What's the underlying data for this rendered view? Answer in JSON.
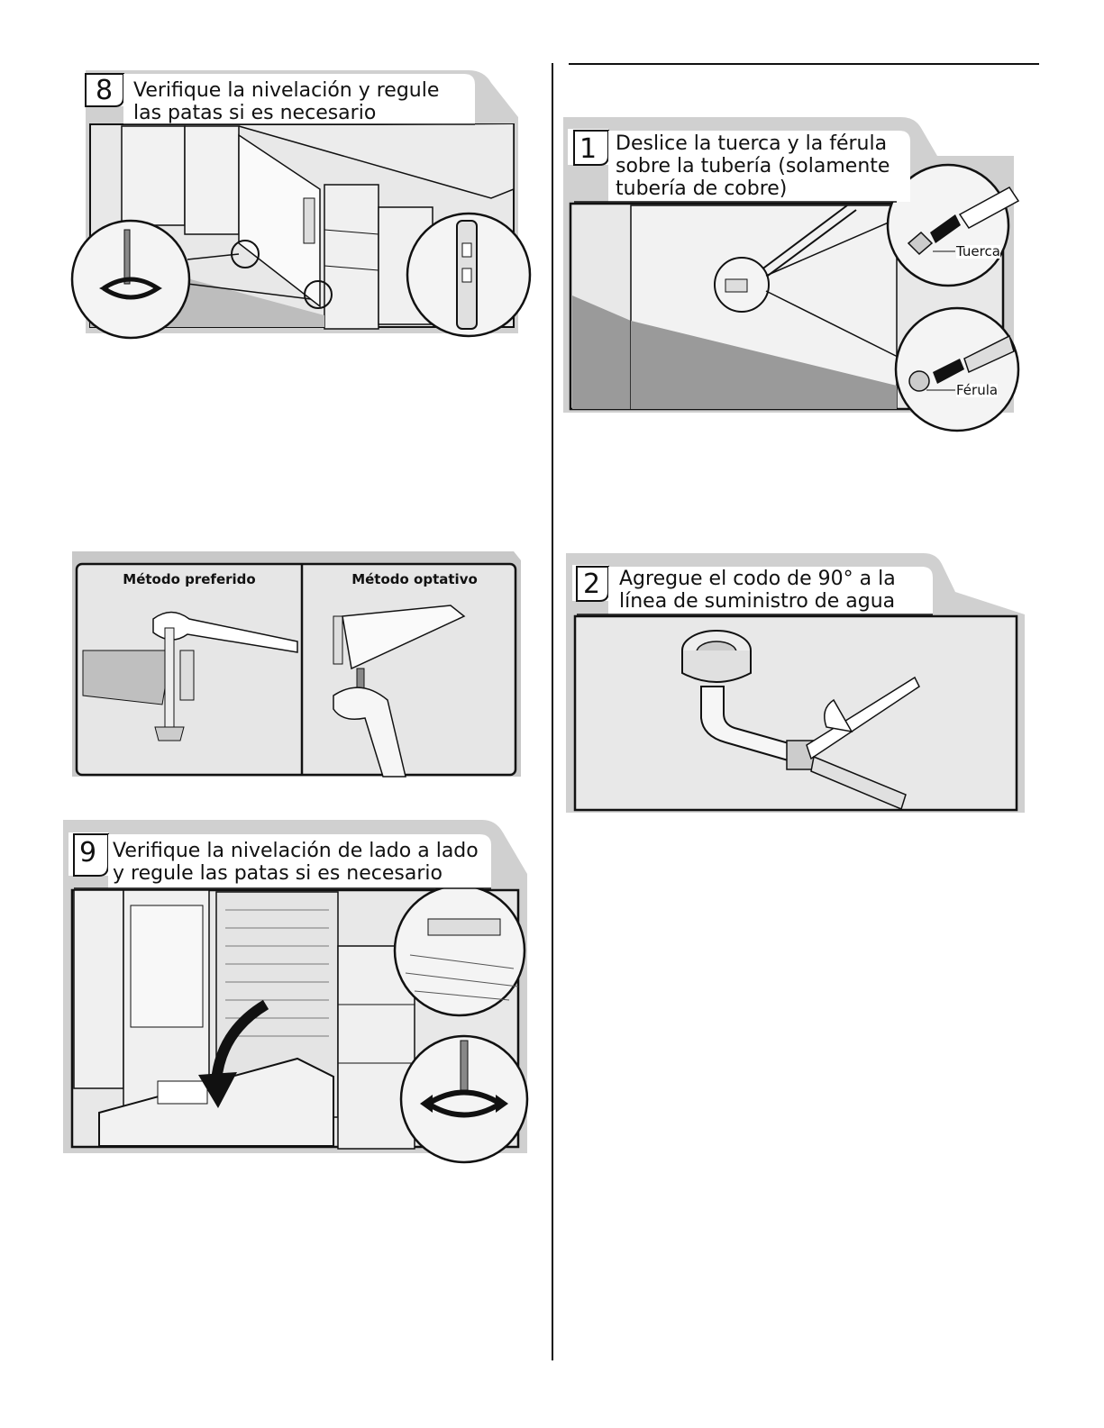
{
  "steps": {
    "step8": {
      "number": "8",
      "title_line1": "Verifique la nivelación y regule",
      "title_line2": "las patas si es necesario"
    },
    "method": {
      "preferred": "Método preferido",
      "optional": "Método optativo"
    },
    "step9": {
      "number": "9",
      "title_line1": "Verifique la nivelación de lado a lado",
      "title_line2": "y regule las patas si es necesario"
    },
    "step1": {
      "number": "1",
      "title_line1": "Deslice la tuerca y la férula",
      "title_line2": "sobre la tubería (solamente",
      "title_line3": "tubería de cobre)",
      "label_nut": "Tuerca",
      "label_ferrule": "Férula"
    },
    "step2": {
      "number": "2",
      "title_line1": "Agregue el codo de 90° a la",
      "title_line2": "línea de suministro de agua"
    }
  },
  "colors": {
    "panel_bg": "#e6e6e6",
    "shadow": "#c4c4c4",
    "line": "#111111",
    "floor": "#9a9a9a"
  }
}
